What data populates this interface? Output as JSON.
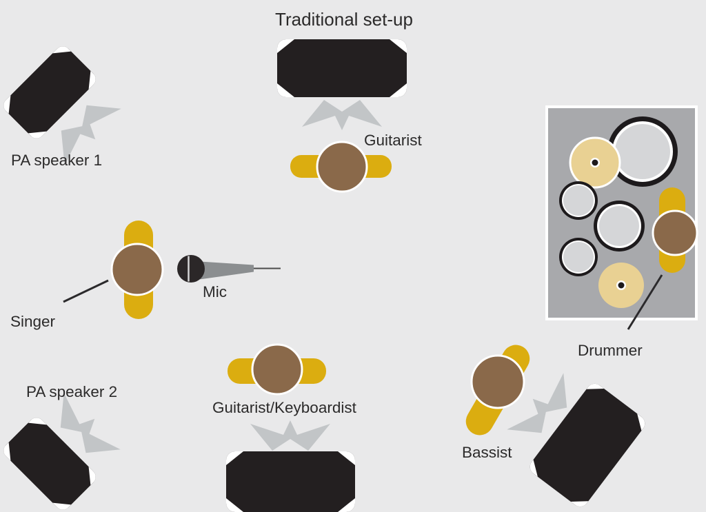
{
  "title": "Traditional set-up",
  "labels": {
    "pa_speaker_1": "PA speaker 1",
    "guitarist": "Guitarist",
    "singer": "Singer",
    "mic": "Mic",
    "drummer": "Drummer",
    "pa_speaker_2": "PA speaker 2",
    "keyboardist": "Guitarist/Keyboardist",
    "bassist": "Bassist"
  },
  "colors": {
    "background": "#e9e9ea",
    "amp_black": "#231f20",
    "burst_gray": "#c2c5c7",
    "body_yellow": "#dbad10",
    "head_brown": "#8a694a",
    "cymbal_tan": "#e9d193",
    "rug_gray": "#a8a9ac",
    "drum_gray": "#d5d6d8",
    "text": "#2b2a2a"
  }
}
